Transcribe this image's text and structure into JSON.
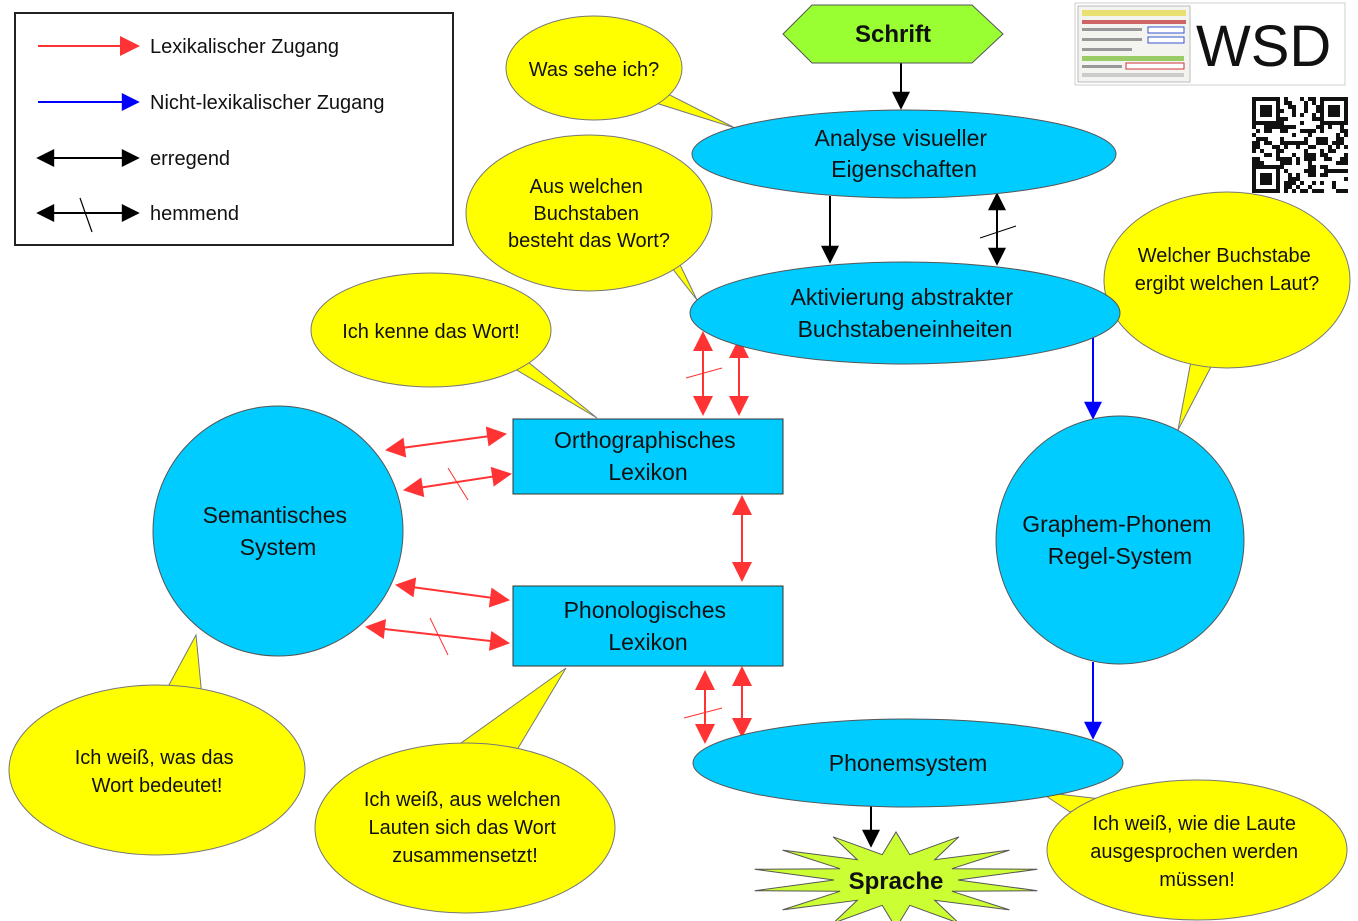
{
  "legend": {
    "lexical": "Lexikalischer Zugang",
    "nonlexical": "Nicht-lexikalischer Zugang",
    "excitatory": "erregend",
    "inhibitory": "hemmend"
  },
  "logo": {
    "text": "WSD"
  },
  "nodes": {
    "schrift": "Schrift",
    "analyse": [
      "Analyse visueller",
      "Eigenschaften"
    ],
    "aktivierung": [
      "Aktivierung abstrakter",
      "Buchstabeneinheiten"
    ],
    "ortho": [
      "Orthographisches",
      "Lexikon"
    ],
    "phono": [
      "Phonologisches",
      "Lexikon"
    ],
    "semantisch": [
      "Semantisches",
      "System"
    ],
    "graphem": [
      "Graphem-Phonem",
      "Regel-System"
    ],
    "phonem": "Phonemsystem",
    "sprache": "Sprache"
  },
  "bubbles": {
    "was_sehe": "Was sehe ich?",
    "welche_buchstaben": [
      "Aus welchen",
      "Buchstaben",
      "besteht das Wort?"
    ],
    "kenne_wort": "Ich kenne das Wort!",
    "welcher_buchstabe": [
      "Welcher Buchstabe",
      "ergibt welchen Laut?"
    ],
    "bedeutet": [
      "Ich weiß, was das",
      "Wort bedeutet!"
    ],
    "lauten": [
      "Ich weiß, aus welchen",
      "Lauten sich das Wort",
      "zusammensetzt!"
    ],
    "ausgesprochen": [
      "Ich weiß, wie die Laute",
      "ausgesprochen werden",
      "müssen!"
    ]
  },
  "colors": {
    "node_fill": "#00ccff",
    "bubble_fill": "#ffff00",
    "start_fill": "#99ff33",
    "burst_fill": "#ccff33",
    "lexical": "#ff3333",
    "nonlexical": "#0000ff",
    "excitatory": "#000000"
  }
}
